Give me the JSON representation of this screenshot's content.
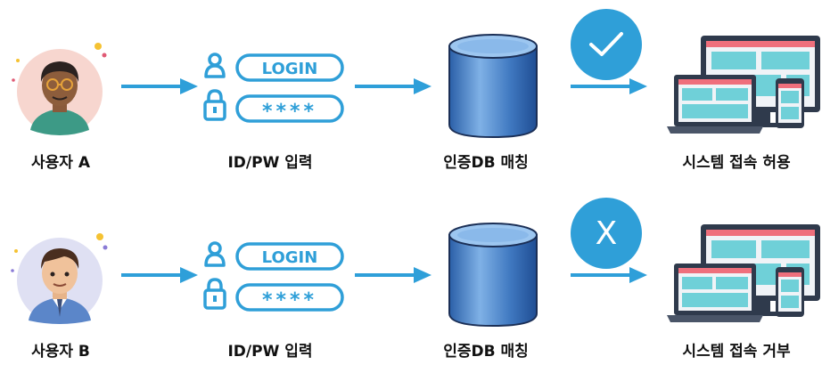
{
  "colors": {
    "accent": "#2f9fd8",
    "arrow": "#2e9fd9",
    "text": "#111111"
  },
  "rows": [
    {
      "user_label": "사용자 A",
      "login_label": "ID/PW 입력",
      "login_field_text": "LOGIN",
      "password_field_text": "****",
      "db_label": "인증DB 매칭",
      "status_icon": "checkmark-icon",
      "status_text": "",
      "result_label": "시스템 접속 허용"
    },
    {
      "user_label": "사용자 B",
      "login_label": "ID/PW 입력",
      "login_field_text": "LOGIN",
      "password_field_text": "****",
      "db_label": "인증DB 매칭",
      "status_icon": "x-icon",
      "status_text": "X",
      "result_label": "시스템 접속 거부"
    }
  ]
}
